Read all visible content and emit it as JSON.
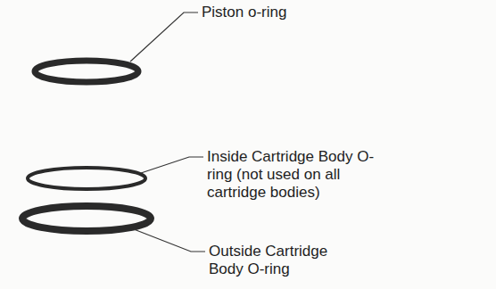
{
  "diagram": {
    "labels": [
      "Piston o-ring",
      "Inside Cartridge Body O-ring (not used on all cartridge bodies)",
      "Outside Cartridge Body O-ring"
    ]
  }
}
